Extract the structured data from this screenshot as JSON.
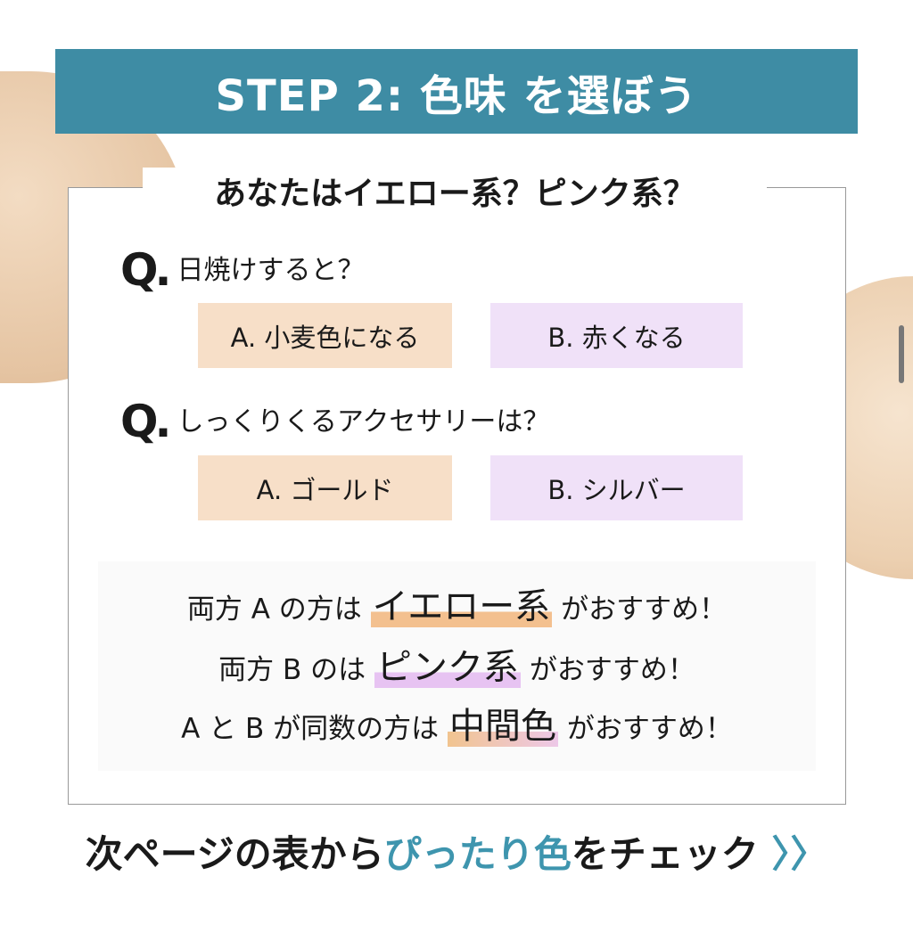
{
  "banner": {
    "title": "STEP 2:  色味 を選ぼう"
  },
  "box_title": "あなたはイエロー系？ピンク系？",
  "questions": [
    {
      "mark": "Q.",
      "text": "日焼けすると？",
      "answer_a": "A. 小麦色になる",
      "answer_b": "B. 赤くなる"
    },
    {
      "mark": "Q.",
      "text": "しっくりくるアクセサリーは？",
      "answer_a": "A. ゴールド",
      "answer_b": "B. シルバー"
    }
  ],
  "summary": [
    {
      "prefix": "両方 A の方は ",
      "highlight": "イエロー系",
      "suffix": " がおすすめ！"
    },
    {
      "prefix": "両方 B のは ",
      "highlight": "ピンク系",
      "suffix": " がおすすめ！"
    },
    {
      "prefix": "A と B が同数の方は ",
      "highlight": "中間色",
      "suffix": " がおすすめ！"
    }
  ],
  "footer": {
    "prefix": "次ページの表から",
    "accent": "ぴったり色",
    "suffix": "をチェック",
    "arrow": "〉〉"
  },
  "colors": {
    "banner": "#3e8ca4",
    "answer_a": "#f7dfc8",
    "answer_b": "#f0e1f8",
    "accent": "#3e95ae"
  }
}
